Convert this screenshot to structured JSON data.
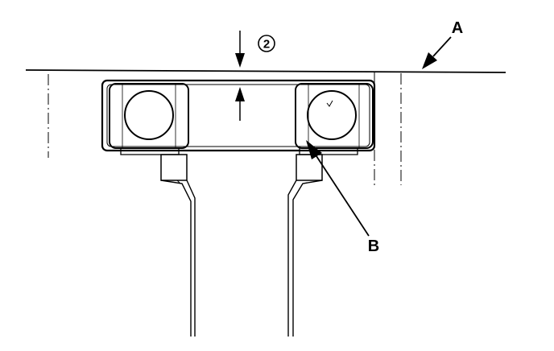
{
  "labels": {
    "a": "A",
    "b": "B",
    "dimension": "2"
  },
  "colors": {
    "ink": "#000000",
    "background": "#ffffff"
  }
}
